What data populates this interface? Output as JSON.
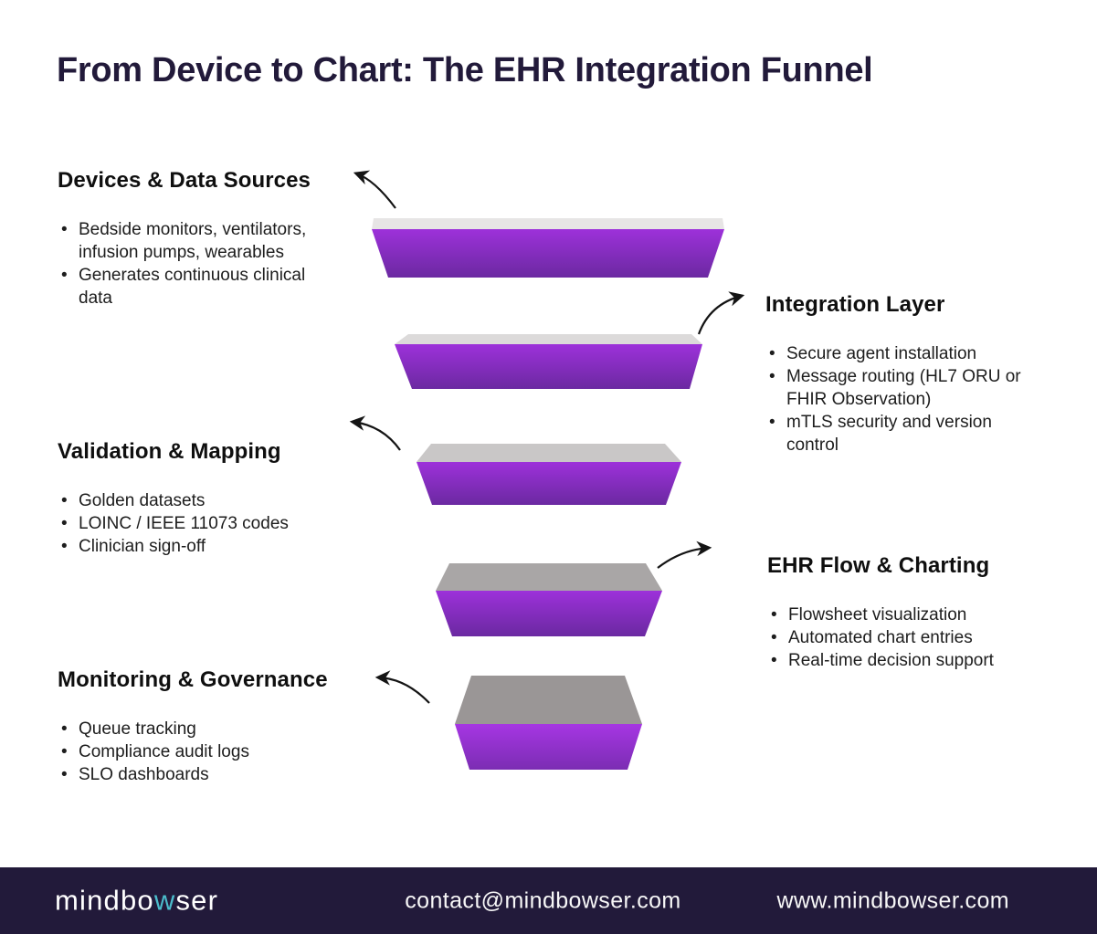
{
  "title": "From Device to Chart: The EHR Integration Funnel",
  "sections": [
    {
      "heading": "Devices & Data Sources",
      "side": "left",
      "bullets": [
        "Bedside monitors, ventilators, infusion pumps, wearables",
        "Generates continuous clinical data"
      ]
    },
    {
      "heading": "Integration Layer",
      "side": "right",
      "bullets": [
        "Secure agent installation",
        "Message routing (HL7 ORU or FHIR Observation)",
        "mTLS security and version control"
      ]
    },
    {
      "heading": "Validation & Mapping",
      "side": "left",
      "bullets": [
        "Golden datasets",
        "LOINC / IEEE 11073 codes",
        "Clinician sign-off"
      ]
    },
    {
      "heading": "EHR Flow & Charting",
      "side": "right",
      "bullets": [
        "Flowsheet visualization",
        "Automated chart entries",
        "Real-time decision support"
      ]
    },
    {
      "heading": "Monitoring & Governance",
      "side": "left",
      "bullets": [
        "Queue tracking",
        "Compliance audit logs",
        "SLO dashboards"
      ]
    }
  ],
  "funnel": {
    "type": "funnel",
    "segment_count": 5,
    "stages": [
      "Devices & Data Sources",
      "Integration Layer",
      "Validation & Mapping",
      "EHR Flow & Charting",
      "Monitoring & Governance"
    ]
  },
  "colors": {
    "background": "#ffffff",
    "title_text": "#221a3a",
    "body_text": "#1d1d1d",
    "funnel_purple_top": "#9d31da",
    "funnel_purple_bottom": "#6b29a1",
    "funnel_purple5_top": "#a636e3",
    "funnel_purple5_bottom": "#7b2db3",
    "funnel_gray_faces": [
      "#e7e5e5",
      "#dcdada",
      "#c9c7c7",
      "#a9a6a6",
      "#9a9696"
    ],
    "arrow": "#141414",
    "footer_background": "#221a3a",
    "footer_text": "#f7f7f7",
    "logo_accent": "#4bbccb"
  },
  "footer": {
    "logo_part1": "mindbo",
    "logo_accent_letter": "w",
    "logo_part2": "ser",
    "email": "contact@mindbowser.com",
    "website": "www.mindbowser.com"
  }
}
